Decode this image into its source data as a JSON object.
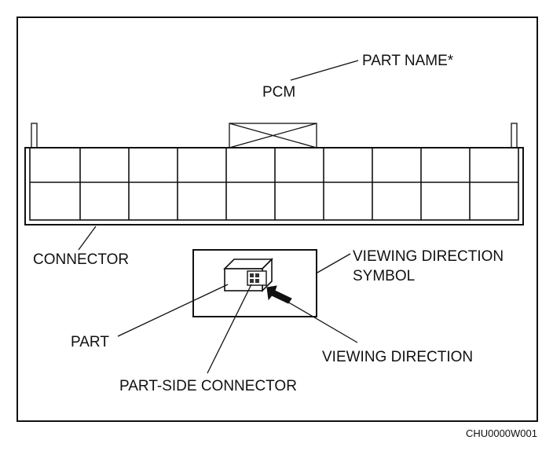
{
  "labels": {
    "part_name": "PART NAME*",
    "pcm": "PCM",
    "connector": "CONNECTOR",
    "viewing_direction_symbol_line1": "VIEWING DIRECTION",
    "viewing_direction_symbol_line2": "SYMBOL",
    "part": "PART",
    "viewing_direction": "VIEWING DIRECTION",
    "part_side_connector": "PART-SIDE CONNECTOR"
  },
  "figure_code": "CHU0000W001"
}
